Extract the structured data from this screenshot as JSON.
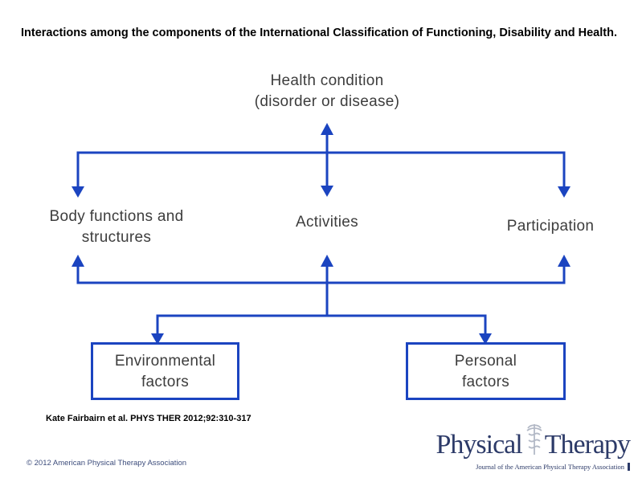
{
  "title": "Interactions among the components of the International Classification of Functioning, Disability and Health.",
  "diagram": {
    "arrow_color": "#1b44c0",
    "text_color": "#3d3d3d",
    "nodes": {
      "health_condition": {
        "line1": "Health condition",
        "line2": "(disorder or disease)"
      },
      "body_functions": {
        "line1": "Body functions and",
        "line2": "structures"
      },
      "activities": {
        "label": "Activities"
      },
      "participation": {
        "label": "Participation"
      },
      "environmental_factors": {
        "line1": "Environmental",
        "line2": "factors"
      },
      "personal_factors": {
        "line1": "Personal",
        "line2": "factors"
      }
    }
  },
  "citation": "Kate Fairbairn et al. PHYS THER 2012;92:310-317",
  "copyright": "© 2012 American Physical Therapy Association",
  "logo": {
    "word1": "Physical",
    "word2": "Therapy",
    "tagline": "Journal of the American Physical Therapy Association",
    "brand_color": "#2c3a68",
    "caduceus_color": "#b3b9c6"
  }
}
